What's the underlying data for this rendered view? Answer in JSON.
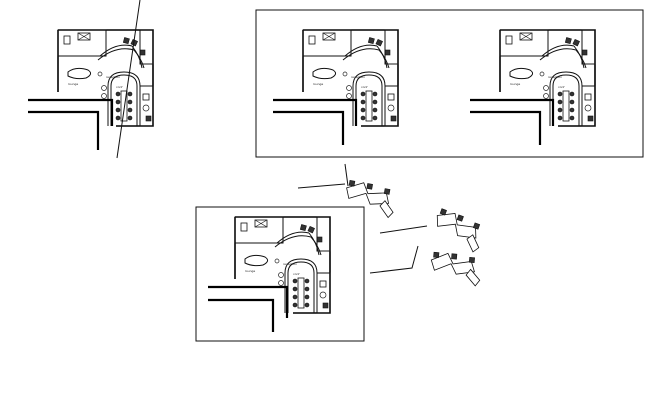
{
  "drawing": {
    "type": "cad-floor-plan-sheet",
    "plans": [
      {
        "id": "plan-a"
      },
      {
        "id": "plan-b"
      },
      {
        "id": "plan-c"
      },
      {
        "id": "plan-d"
      }
    ],
    "furniture_groups": [
      {
        "id": "workstation-group-1"
      },
      {
        "id": "workstation-group-2"
      },
      {
        "id": "workstation-group-3"
      }
    ],
    "colors": {
      "line": "#111111",
      "background": "#ffffff"
    }
  }
}
